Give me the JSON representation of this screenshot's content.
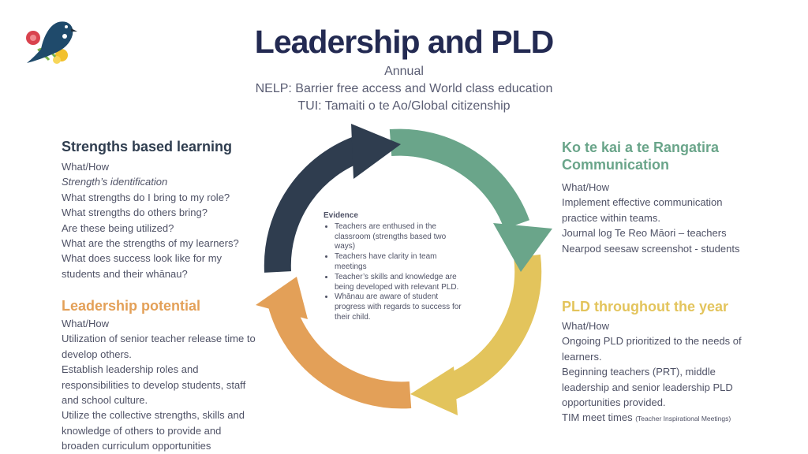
{
  "title": "Leadership and PLD",
  "subtitle_lines": {
    "annual": "Annual",
    "nelp": "NELP: Barrier free access and World class education",
    "tui": "TUI: Tamaiti o te Ao/Global citizenship"
  },
  "colors": {
    "navy": "#2f3d4f",
    "green": "#6aa58a",
    "yellow": "#e3c45c",
    "orange": "#e3a058",
    "title": "#232a52"
  },
  "logo": {
    "icon": "tui-bird-logo"
  },
  "strengths": {
    "heading": "Strengths based learning",
    "lines": [
      "What/How",
      "Strength’s identification",
      "What strengths do I bring to my role?",
      "What strengths do others bring?",
      "Are these being utilized?",
      "What are the strengths of my learners?",
      "What does success look like for my",
      "students and their whānau?"
    ]
  },
  "leadership": {
    "heading": "Leadership potential",
    "lines": [
      "What/How",
      "Utilization of senior teacher release time to",
      "develop others.",
      "Establish leadership roles and",
      "responsibilities to develop students, staff",
      "and school culture.",
      "Utilize the collective strengths, skills and",
      "knowledge of others to provide and",
      "broaden curriculum opportunities"
    ]
  },
  "communication": {
    "heading_line1": "Ko te kai a te Rangatira",
    "heading_line2": "Communication",
    "lines": [
      "What/How",
      "Implement effective communication",
      "practice within teams.",
      "Journal log Te Reo Māori – teachers",
      "Nearpod seesaw screenshot - students"
    ]
  },
  "pld": {
    "heading": "PLD throughout the year",
    "lines": [
      "What/How",
      "Ongoing PLD prioritized to the needs of",
      "learners.",
      "Beginning teachers (PRT), middle",
      "leadership and senior leadership PLD",
      "opportunities provided."
    ],
    "tim_main": "TIM meet times",
    "tim_note": "(Teacher Inspirational Meetings)"
  },
  "evidence": {
    "title": "Evidence",
    "items": [
      "Teachers are enthused in the classroom (strengths based two ways)",
      "Teachers have clarity in team meetings",
      "Teacher’s skills and knowledge are being developed with relevant PLD.",
      "Whānau are aware of student progress with regards to success for their child."
    ]
  }
}
